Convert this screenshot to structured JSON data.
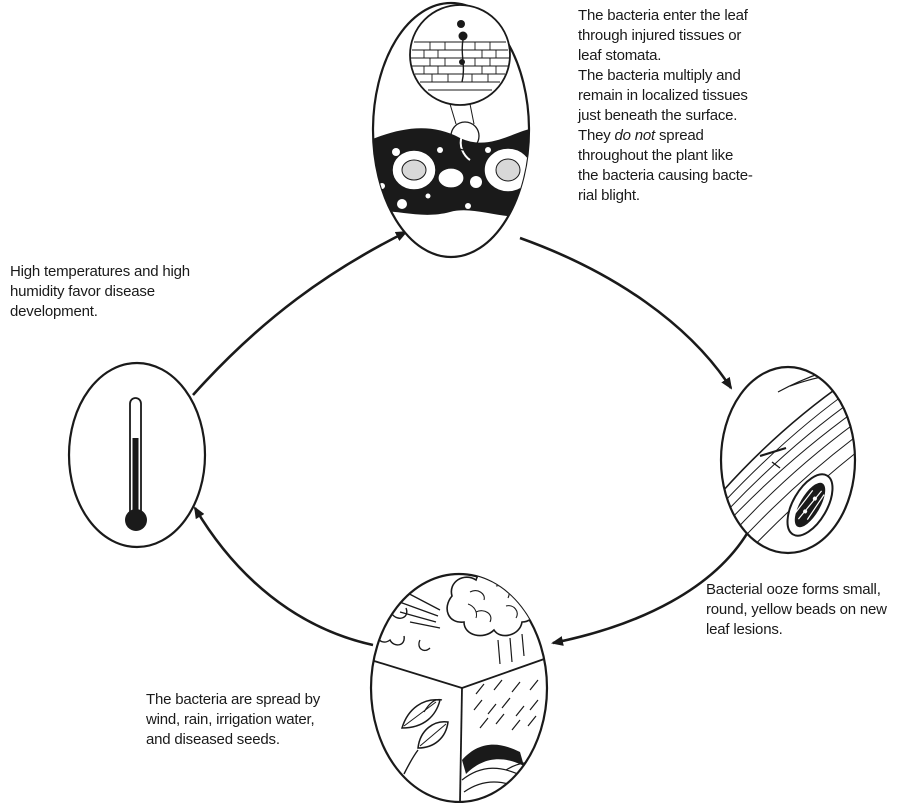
{
  "captions": {
    "infection": {
      "line1": "The bacteria enter the leaf",
      "line2": "through injured tissues or",
      "line3": "leaf stomata.",
      "line4": "The bacteria multiply and",
      "line5": "remain in localized tissues",
      "line6": "just beneath the surface.",
      "line7_pre": "They ",
      "line7_em": "do not",
      "line7_post": " spread",
      "line8": "throughout the plant like",
      "line9": "the bacteria causing bacte-",
      "line10": "rial blight."
    },
    "conditions": {
      "line1": "High temperatures and high",
      "line2": "humidity favor disease",
      "line3": "development."
    },
    "ooze": {
      "line1": "Bacterial ooze forms small,",
      "line2": "round, yellow beads on new",
      "line3": "leaf lesions."
    },
    "spread": {
      "line1": "The bacteria are spread by",
      "line2": "wind, rain, irrigation water,",
      "line3": "and diseased seeds."
    }
  },
  "colors": {
    "ink": "#1a1a1a",
    "background": "#ffffff"
  },
  "icons": {
    "leaf_section": "leaf-cross-section-icon",
    "thermometer": "thermometer-icon",
    "lesion": "leaf-lesion-icon",
    "dispersal": "wind-rain-irrigation-seed-icon"
  }
}
